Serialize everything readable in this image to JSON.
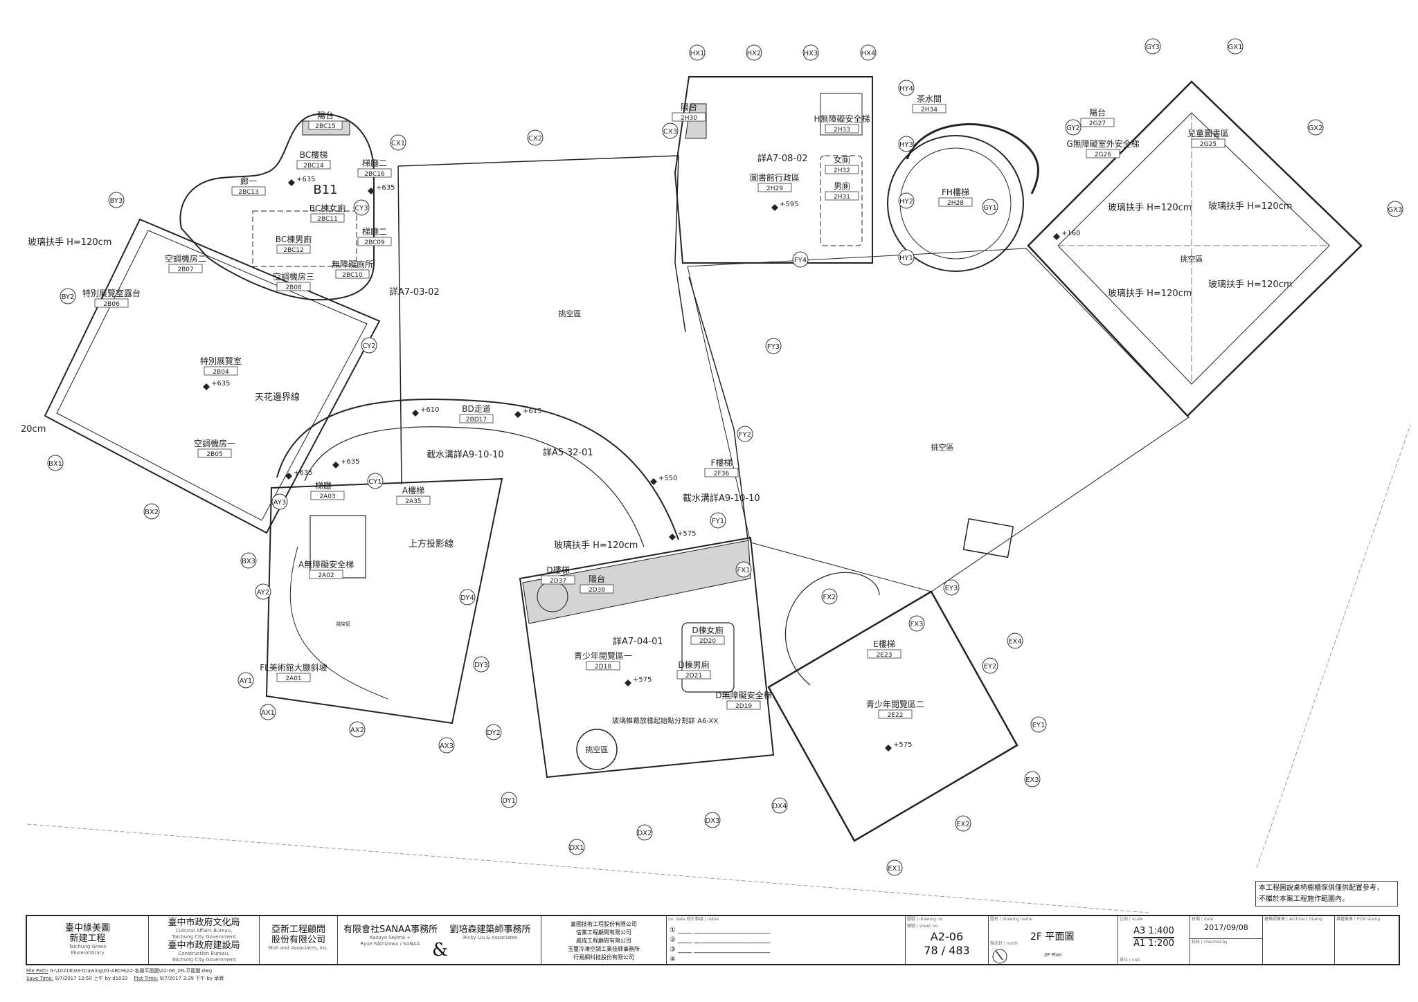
{
  "colors": {
    "line": "#222222",
    "grid": "#777777",
    "balcony_fill": "#d4d4d4",
    "marker": "#e020e0"
  },
  "grid_bubbles": [
    "HX1",
    "HX2",
    "HX3",
    "HX4",
    "HY4",
    "HY3",
    "HY2",
    "HY1",
    "CX1",
    "CX2",
    "CX3",
    "CY3",
    "CY2",
    "CY1",
    "BY3",
    "BY2",
    "BX1",
    "BX2",
    "BX3",
    "AY3",
    "AY2",
    "AY1",
    "AX1",
    "AX2",
    "AX3",
    "DY4",
    "DY3",
    "DY2",
    "DY1",
    "DX1",
    "DX2",
    "DX3",
    "DX4",
    "FY4",
    "FY3",
    "FY2",
    "FY1",
    "FX1",
    "FX2",
    "FX3",
    "GY3",
    "GX1",
    "GY2",
    "GX2",
    "GX3",
    "GY1",
    "EY3",
    "EY2",
    "EX4",
    "EY1",
    "EX3",
    "EX2",
    "EX1"
  ],
  "rooms": [
    {
      "label": "陽台",
      "code": "2BC15"
    },
    {
      "label": "BC樓梯",
      "code": "2BC14"
    },
    {
      "label": "梯廳二",
      "code": "2BC16"
    },
    {
      "label": "廊一",
      "code": "2BC13"
    },
    {
      "label": "BC棟女廁",
      "code": "2BC11"
    },
    {
      "label": "梯廳二",
      "code": "2BC09"
    },
    {
      "label": "BC棟男廁",
      "code": "2BC12"
    },
    {
      "label": "無障礙廁所",
      "code": "2BC10"
    },
    {
      "label": "空調機房二",
      "code": "2B07"
    },
    {
      "label": "空調機房三",
      "code": "2B08"
    },
    {
      "label": "特別展覽室露台",
      "code": "2B06"
    },
    {
      "label": "特別展覽室",
      "code": "2B04"
    },
    {
      "label": "空調機房一",
      "code": "2B05"
    },
    {
      "label": "BD走道",
      "code": "2BD17"
    },
    {
      "label": "梯廳一",
      "code": "2A03"
    },
    {
      "label": "A樓梯",
      "code": "2A35"
    },
    {
      "label": "A無障礙安全梯",
      "code": "2A02"
    },
    {
      "label": "FL美術館大廳斜坡",
      "code": "2A01"
    },
    {
      "label": "D樓梯",
      "code": "2D37"
    },
    {
      "label": "陽台",
      "code": "2D38"
    },
    {
      "label": "青少年閱覽區一",
      "code": "2D18"
    },
    {
      "label": "D棟女廁",
      "code": "2D20"
    },
    {
      "label": "D棟男廁",
      "code": "2D21"
    },
    {
      "label": "D無障礙安全梯",
      "code": "2D19"
    },
    {
      "label": "F樓梯",
      "code": "2F36"
    },
    {
      "label": "E樓梯",
      "code": "2E23"
    },
    {
      "label": "青少年閱覽區二",
      "code": "2E22"
    },
    {
      "label": "圖書館行政區",
      "code": "2H29"
    },
    {
      "label": "陽台",
      "code": "2H30"
    },
    {
      "label": "H無障礙安全梯",
      "code": "2H33"
    },
    {
      "label": "茶水間",
      "code": "2H34"
    },
    {
      "label": "女廁",
      "code": "2H32"
    },
    {
      "label": "男廁",
      "code": "2H31"
    },
    {
      "label": "FH樓梯",
      "code": "2H28"
    },
    {
      "label": "陽台",
      "code": "2G27"
    },
    {
      "label": "G無障礙室外安全梯",
      "code": "2G26"
    },
    {
      "label": "兒童圖書區",
      "code": "2G25"
    }
  ],
  "plain_labels": [
    "B11",
    "挑空區",
    "挑空區",
    "挑空區",
    "挑空區",
    "挑空區"
  ],
  "annotations": [
    "玻璃扶手 H=120cm",
    "20cm",
    "詳A7-03-02",
    "天花邊界線",
    "截水溝詳A9-10-10",
    "詳A5-32-01",
    "截水溝詳A9-10-10",
    "上方投影線",
    "玻璃扶手 H=120cm",
    "詳A7-04-01",
    "玻璃帷幕放樣起始點分割詳 A6-XX",
    "詳A7-08-02",
    "玻璃扶手 H=120cm",
    "玻璃扶手 H=120cm",
    "玻璃扶手 H=120cm",
    "玻璃扶手 H=120cm"
  ],
  "elevations": [
    "+635",
    "+635",
    "+635",
    "+595",
    "+160",
    "+610",
    "+615",
    "+635",
    "+635",
    "+550",
    "+575",
    "+575",
    "+575"
  ],
  "disclaimer": {
    "line1": "本工程圖說桌椅櫥櫃傢俱僅供配置參考，",
    "line2": "不屬於本案工程施作範圍內。"
  },
  "title_block": {
    "project_zh_1": "臺中綠美圖",
    "project_zh_2": "新建工程",
    "project_en_1": "Taichung Green",
    "project_en_2": "Museumbrary",
    "owner1_zh": "臺中市政府文化局",
    "owner1_en_1": "Cultural Affairs Bureau,",
    "owner1_en_2": "Taichung City Government",
    "owner2_zh": "臺中市政府建設局",
    "owner2_en_1": "Construction Bureau,",
    "owner2_en_2": "Taichung City Government",
    "consultant_zh_1": "亞新工程顧問",
    "consultant_zh_2": "股份有限公司",
    "consultant_en": "Moh and Associates, Inc.",
    "architect1_zh": "有限會社SANAA事務所",
    "architect1_en_1": "Kazuyo Sejima +",
    "architect1_en_2": "Ryue Nishizawa / SANAA",
    "ampersand": "&",
    "architect2_zh": "劉培森建築師事務所",
    "architect2_en": "Ricky Liu & Associates",
    "partners": [
      "富國技術工程股份有限公司",
      "信業工程顧問有限公司",
      "威成工程顧問有限公司",
      "玉璽冷凍空調工業技師事務所",
      "行易網科技股份有限公司"
    ],
    "rev_header": "no.  date  修正事項 | notes",
    "rev_numbers": [
      "①",
      "②",
      "③",
      "④"
    ],
    "drawing_no_label": "圖號 | drawing no.",
    "sheet_no_label": "總號 | sheet no.",
    "drawing_no": "A2-06",
    "sheet_no": "78 / 483",
    "drawing_name_label": "圖名 | drawing name",
    "north_label": "指北針 | north",
    "drawing_name_zh": "2F 平面圖",
    "drawing_name_en": "2F Plan",
    "scale_label": "比例 | scale",
    "scale_a3": "A3 1:400",
    "scale_a1": "A1 1:200",
    "unit_label": "單位 | unit",
    "date_label": "日期 | date",
    "date": "2017/09/08",
    "checked_label": "校核 | checked by",
    "architect_stamp_label": "建築師簽章 | Architect Stamp",
    "pcm_stamp_label": "專管簽章 | PCM stamp"
  },
  "file_info": {
    "file_path_label": "File Path:",
    "file_path": "G:\\10218\\03-Drawing\\01-ARCH\\A2-各層平面圖\\A2-06_2FL平面圖.dwg",
    "save_time_label": "Save Time:",
    "save_time": "9/7/2017 12:50 上午  by d1033",
    "plot_time_label": "Plot Time:",
    "plot_time": "9/7/2017 3:39 下午  by 承霖"
  }
}
